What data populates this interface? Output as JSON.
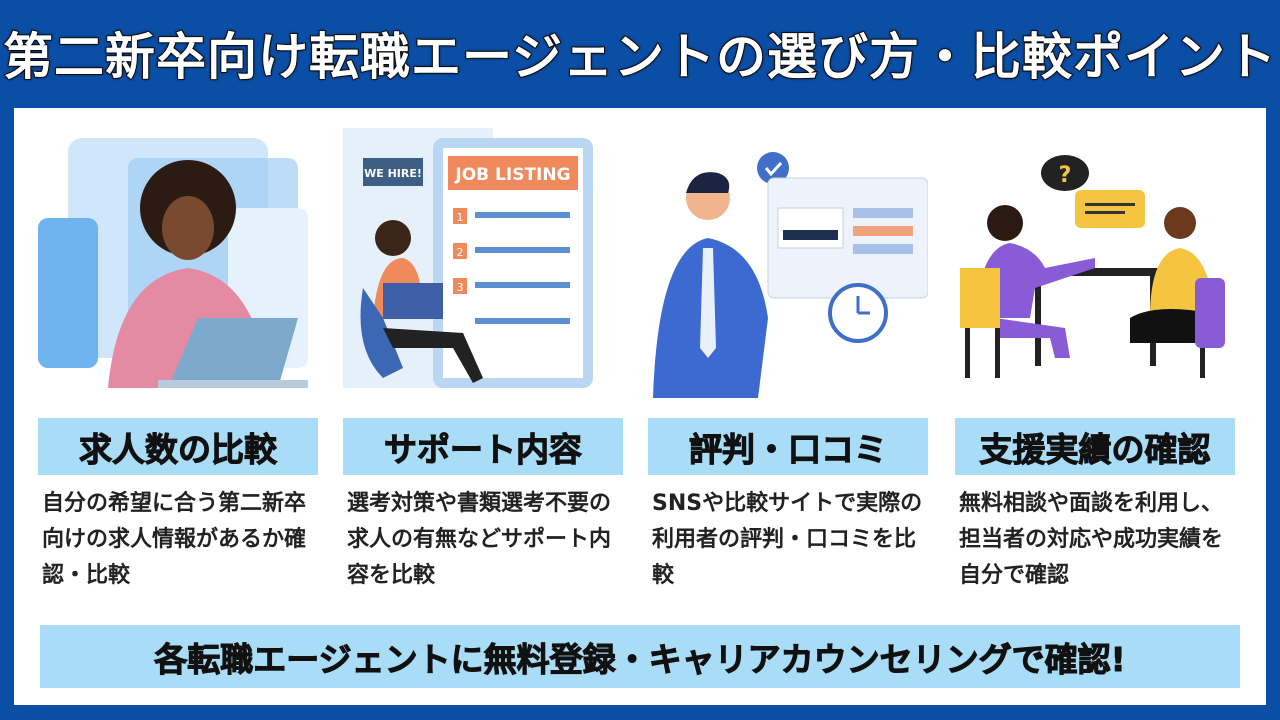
{
  "title": "第二新卒向け転職エージェントの選び方・比較ポイント",
  "cards": [
    {
      "heading": "求人数の比較",
      "description": "自分の希望に合う第二新卒向けの求人情報があるか確認・比較",
      "illustration": "woman-with-laptop"
    },
    {
      "heading": "サポート内容",
      "description": "選考対策や書類選考不要の求人の有無などサポート内容を比較",
      "illustration": "job-listing-board",
      "sign_text": "WE HIRE!",
      "board_text": "JOB LISTING",
      "list_numbers": [
        "1",
        "2",
        "3"
      ]
    },
    {
      "heading": "評判・口コミ",
      "description": "SNSや比較サイトで実際の利用者の評判・口コミを比較",
      "illustration": "man-with-checklist"
    },
    {
      "heading": "支援実績の確認",
      "description": "無料相談や面談を利用し、担当者の対応や成功実績を自分で確認",
      "illustration": "two-people-consultation",
      "bubble_text": "?"
    }
  ],
  "banner": "各転職エージェントに無料登録・キャリアカウンセリングで確認!",
  "colors": {
    "frame": "#0b4ea6",
    "heading_bg": "#a9dcf6",
    "panel": "#ffffff"
  }
}
